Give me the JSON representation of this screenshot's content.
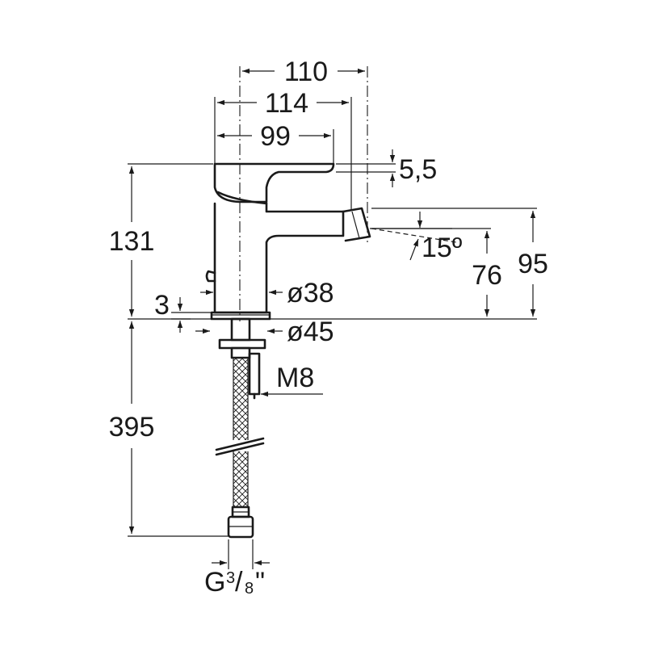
{
  "drawing": {
    "dimensions": {
      "d110": "110",
      "d114": "114",
      "d99": "99",
      "d5_5": "5,5",
      "d131": "131",
      "d15": "15º",
      "d76": "76",
      "d95": "95",
      "d3": "3",
      "d38": "ø38",
      "d45": "ø45",
      "m8": "M8",
      "d395": "395",
      "thread_g": "G",
      "thread_3": "3",
      "thread_slash": "/",
      "thread_8": "8",
      "thread_quote": "\""
    }
  }
}
